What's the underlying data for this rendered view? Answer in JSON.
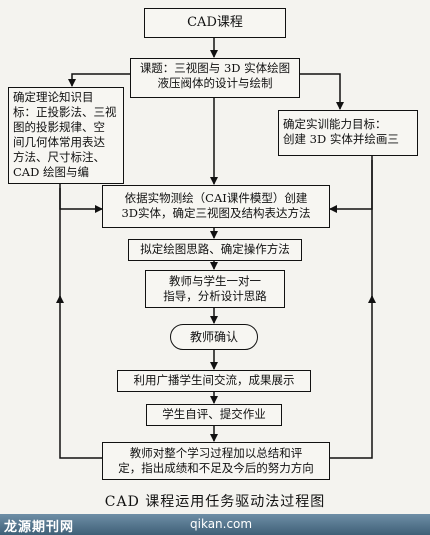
{
  "nodes": {
    "title": "CAD课程",
    "topic_line1": "课题：三视图与 3D 实体绘图",
    "topic_line2": "液压阀体的设计与绘制",
    "theory_line1": "确定理论知识目",
    "theory_line2": "标：正投影法、三视",
    "theory_line3": "图的投影规律、空",
    "theory_line4": "间几何体常用表达",
    "theory_line5": "方法、尺寸标注、",
    "theory_line6": "CAD 绘图与编",
    "skill_line1": "确定实训能力目标：",
    "skill_line2": "创建 3D 实体并绘画三",
    "survey_line1": "依据实物测绘（CAI课件模型）创建",
    "survey_line2": "3D实体，确定三视图及结构表达方法",
    "plan": "拟定绘图思路、确定操作方法",
    "guide_line1": "教师与学生一对一",
    "guide_line2": "指导，分析设计思路",
    "confirm": "教师确认",
    "broadcast": "利用广播学生间交流，成果展示",
    "selfeval": "学生自评、提交作业",
    "summary_line1": "教师对整个学习过程加以总结和评",
    "summary_line2": "定，指出成绩和不足及今后的努力方向"
  },
  "caption": "CAD 课程运用任务驱动法过程图",
  "watermark": {
    "left": "龙源期刊网",
    "right": "qikan.com"
  }
}
